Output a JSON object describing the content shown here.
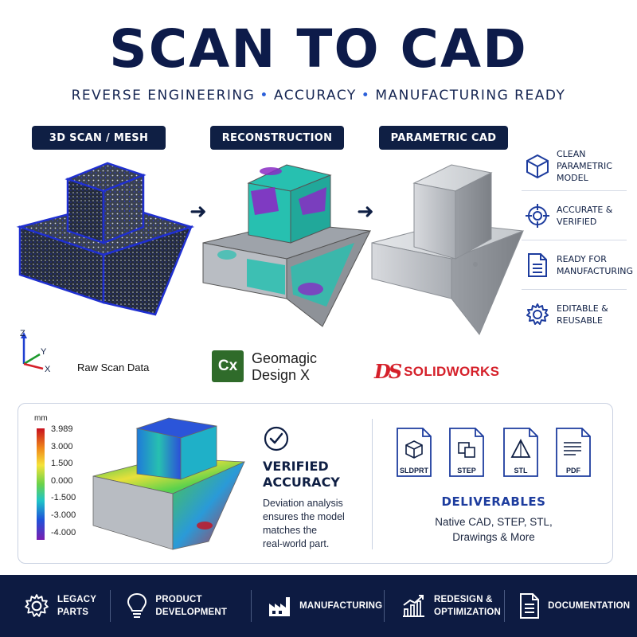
{
  "header": {
    "title": "SCAN TO CAD",
    "subtitle_parts": [
      "REVERSE ENGINEERING",
      "ACCURACY",
      "MANUFACTURING READY"
    ],
    "separator": "•"
  },
  "stages": [
    {
      "label": "3D SCAN / MESH",
      "caption": "Raw Scan Data"
    },
    {
      "label": "RECONSTRUCTION",
      "software": "Geomagic\nDesign X",
      "software_logo_text": "Cx"
    },
    {
      "label": "PARAMETRIC CAD",
      "software": "SOLIDWORKS",
      "software_logo_text": "DS"
    }
  ],
  "axes": {
    "z": "Z",
    "y": "Y",
    "x": "X"
  },
  "benefits": [
    {
      "icon": "cube-icon",
      "label": "CLEAN\nPARAMETRIC\nMODEL"
    },
    {
      "icon": "crosshair-icon",
      "label": "ACCURATE &\nVERIFIED"
    },
    {
      "icon": "document-icon",
      "label": "READY FOR\nMANUFACTURING"
    },
    {
      "icon": "gear-icon",
      "label": "EDITABLE &\nREUSABLE"
    }
  ],
  "deviation": {
    "unit": "mm",
    "ticks": [
      "3.989",
      "3.000",
      "1.500",
      "0.000",
      "-1.500",
      "-3.000",
      "-4.000"
    ]
  },
  "verified": {
    "title": "VERIFIED\nACCURACY",
    "description": "Deviation analysis\nensures the model\nmatches the\nreal-world part."
  },
  "deliverables": {
    "files": [
      "SLDPRT",
      "STEP",
      "STL",
      "PDF"
    ],
    "title": "DELIVERABLES",
    "description": "Native CAD, STEP, STL,\nDrawings & More"
  },
  "footer": [
    {
      "icon": "gear-icon",
      "label": "LEGACY\nPARTS"
    },
    {
      "icon": "lightbulb-icon",
      "label": "PRODUCT\nDEVELOPMENT"
    },
    {
      "icon": "factory-icon",
      "label": "MANUFACTURING"
    },
    {
      "icon": "growth-chart-icon",
      "label": "REDESIGN &\nOPTIMIZATION"
    },
    {
      "icon": "document-icon",
      "label": "DOCUMENTATION"
    }
  ],
  "colors": {
    "navy": "#0d1b42",
    "accent_blue": "#1d3c9e",
    "mesh_blue": "#1f2fd0",
    "reconstruction_teal": "#27c0b0",
    "reconstruction_purple": "#8a2bc4",
    "cad_gray": "#b8bcc2",
    "solidworks_red": "#d5202a"
  }
}
